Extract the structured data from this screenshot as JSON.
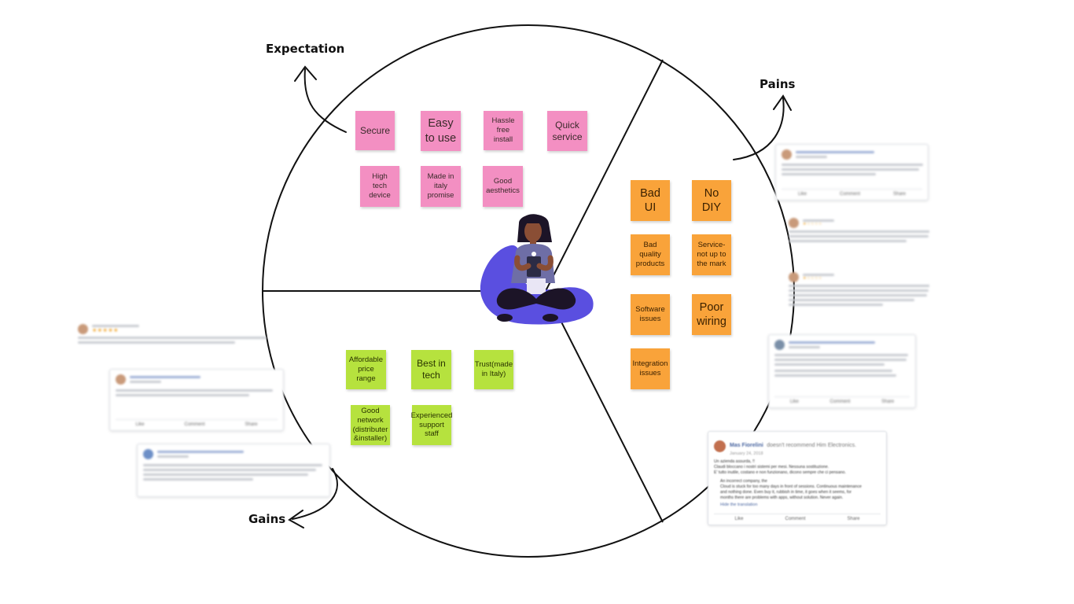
{
  "labels": {
    "expectation": "Expectation",
    "pains": "Pains",
    "gains": "Gains"
  },
  "expectation_notes": [
    {
      "text": "Secure"
    },
    {
      "text": "Easy\nto use"
    },
    {
      "text": "Hassle\nfree\ninstall"
    },
    {
      "text": "Quick\nservice"
    },
    {
      "text": "High\ntech\ndevice"
    },
    {
      "text": "Made in\nitaly\npromise"
    },
    {
      "text": "Good\naesthetics"
    }
  ],
  "pains_notes": [
    {
      "text": "Bad\nUI"
    },
    {
      "text": "No\nDIY"
    },
    {
      "text": "Bad\nquality\nproducts"
    },
    {
      "text": "Service-\nnot up to\nthe mark"
    },
    {
      "text": "Software\nissues"
    },
    {
      "text": "Poor\nwiring"
    },
    {
      "text": "Integration\nissues"
    }
  ],
  "gains_notes": [
    {
      "text": "Affordable\nprice\nrange"
    },
    {
      "text": "Best in\ntech"
    },
    {
      "text": "Trust(made\nin Italy)"
    },
    {
      "text": "Good\nnetwork\n(distributer\n&installer)"
    },
    {
      "text": "Experienced\nsupport\nstaff"
    }
  ],
  "reviews": {
    "mas": {
      "name": "Mas Fiorelini",
      "verb": "doesn't recommend Him Electronics.",
      "date": "January 24, 2018",
      "body": "Un azienda assurda, !!\nClaudi bloccano i nostri sistemi per mesi. Nessuna sostituzione.\nE' tutto inutile, costano e non funzionano, dicono sempre che ci pensano.",
      "translation": "An incorrect company, the\nCloud is stuck for too many days in front of sessions. Continuous maintenance\nand nothing done. Even buy it, rubbish in time, it goes when it seems, for\nmonths there are problems with apps, without solution. Never again.",
      "see_translation": "Hide the translation",
      "actions": [
        "Like",
        "Comment",
        "Share"
      ]
    },
    "snippet_actions": [
      "Like",
      "Comment",
      "Share"
    ]
  },
  "colors": {
    "expectation_note": "#f38fc2",
    "pains_note": "#f9a33a",
    "gains_note": "#b6e23e",
    "persona_blob": "#5a4fe0"
  },
  "icons": [
    "arrow-icon",
    "persona-illustration",
    "avatar"
  ]
}
